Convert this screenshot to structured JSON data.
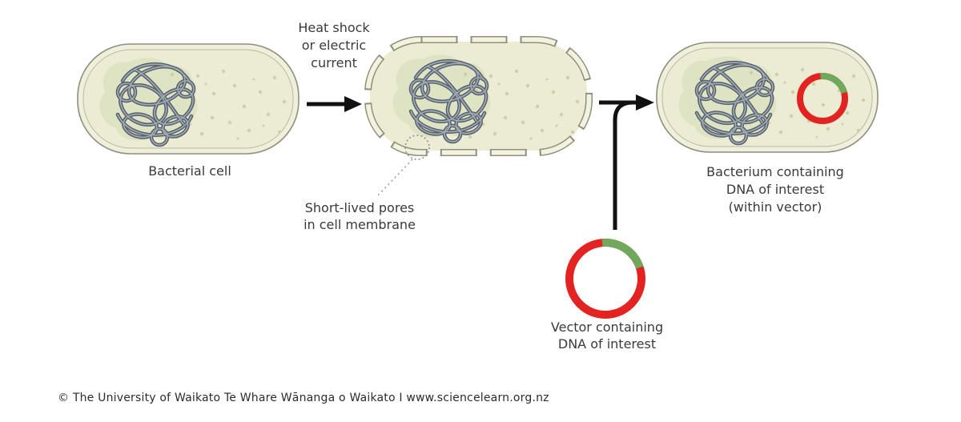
{
  "diagram": {
    "labels": {
      "bacterial_cell": "Bacterial cell",
      "process": "Heat shock\nor electric\ncurrent",
      "pores": "Short-lived pores\nin cell membrane",
      "vector": "Vector containing\nDNA of interest",
      "result": "Bacterium containing\nDNA of interest\n(within vector)"
    },
    "colors": {
      "plasmid_red": "#e32322",
      "insert_green": "#70a85c",
      "cell_wall": "#f0efdb",
      "cytoplasm": "#ebecd3",
      "nucleoid": "#dee4c3",
      "dna": "#58626c"
    },
    "footer": "© The University of Waikato Te Whare Wānanga o Waikato I www.sciencelearn.org.nz"
  }
}
